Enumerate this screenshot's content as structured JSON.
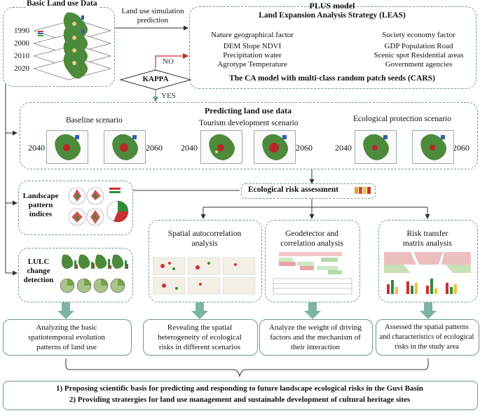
{
  "basic": {
    "title": "Basic Land use Data",
    "years": [
      "1990",
      "2000",
      "2010",
      "2020"
    ]
  },
  "sim_label": [
    "Land use simulation",
    "prediction"
  ],
  "plus": {
    "title": "PLUS model",
    "leas": "Land Expansion Analysis Strategy (LEAS)",
    "nature_title": "Nature geographical  factor",
    "nature_items": [
      "DEM   Slope   NDVI",
      "Precipitation   water",
      "Agrotype  Temperature"
    ],
    "society_title": "Society economy factor",
    "society_items": [
      "GDP   Population   Road",
      "Scenic spot  Residential areas",
      "Government agencies"
    ],
    "cars": "The CA model with multi-class random patch seeds (CARS)"
  },
  "kappa": {
    "label": "KAPPA",
    "no": "NO",
    "yes": "YES"
  },
  "predict": {
    "title": "Predicting land use data",
    "scenarios": [
      "Baseline scenario",
      "Tourism development scenario",
      "Ecological protection scenario"
    ],
    "years": [
      "2040",
      "2060"
    ]
  },
  "landscape": {
    "lines": [
      "Landscape",
      "pattern",
      "indices"
    ]
  },
  "risk": {
    "label": "Ecological risk assessment"
  },
  "lulc": {
    "lines": [
      "LULC",
      "change",
      "detection"
    ]
  },
  "analyses": {
    "spatial": [
      "Spatial autocorrelation",
      "analysis"
    ],
    "geo": [
      "Geodetector and",
      "correlation analysis"
    ],
    "transfer": [
      "Risk transfer",
      "matrix analysis"
    ]
  },
  "outcomes": [
    [
      "Analyzing the basic",
      "spatiotemporal evolution",
      "patterns of land use"
    ],
    [
      "Revealing the spatial",
      "heterogeneity of ecological",
      "risks in different scenarios"
    ],
    [
      "Analyze the weight of driving",
      "factors and the mechanism of",
      "their interaction"
    ],
    [
      "Assessed the spatial patterns",
      "and characteristics of ecological",
      "risks in the study area"
    ]
  ],
  "conclusions": [
    "1) Proposing scientific basis for predicting and responding to future landscape ecological risks in the Guvi Basin",
    "2) Providing stratergies for land use management and sustainable development of cultural heritage sites"
  ],
  "colors": {
    "frame": "#6a9a8c",
    "arrow_down": "#7fb3a6",
    "red": "#d42a2a",
    "map_green": "#4d8a3c"
  }
}
